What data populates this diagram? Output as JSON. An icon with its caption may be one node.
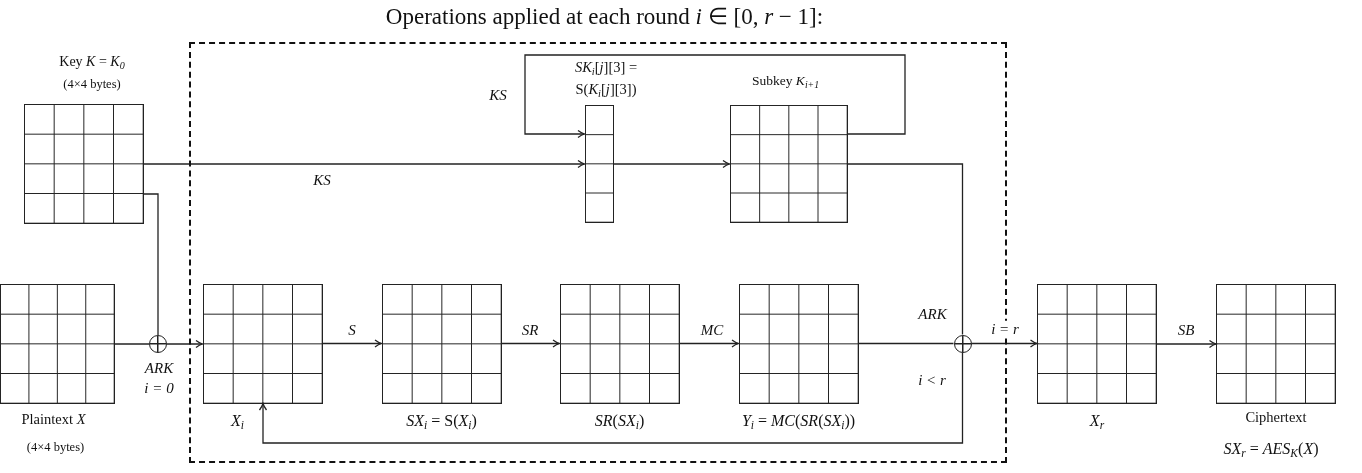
{
  "diagram": {
    "nodes": [
      {
        "text": [
          "Operations applied at each round *i* ∈ [0, *r* − 1]:"
        ]
      },
      {
        "text": [
          "Key *K* = *K*$_{0}$",
          "(4×4 bytes)"
        ]
      },
      {
        "text": [
          "*SK*$_{i}$[*j*][3] = S(*K*$_{i}$[*j*][3])"
        ],
        "in": 0
      },
      {
        "text": [
          "Subkey *K*$_{i+1}$"
        ],
        "in": 0
      },
      {
        "text": [
          "Plaintext *X*",
          "(4×4 bytes)"
        ]
      },
      {
        "text": [],
        "shape": "circle",
        "beside": [
          "ARK",
          "i = 0"
        ]
      },
      {
        "text": [
          "*X*$_{i}$"
        ],
        "in": 0
      },
      {
        "text": [
          "*SX*$_{i}$ = S(*X*$_{i}$)"
        ],
        "in": 0
      },
      {
        "text": [
          "*SR*(*SX*$_{i}$)"
        ],
        "in": 0
      },
      {
        "text": [
          "*Y*$_{i}$ = *MC*(*SR*(*SX*$_{i}$))"
        ],
        "in": 0
      },
      {
        "text": [],
        "shape": "circle",
        "in": 0,
        "beside": [
          "ARK"
        ]
      },
      {
        "text": [
          "*X*$_{r}$"
        ]
      },
      {
        "text": [
          "Ciphertext",
          "*SX*$_{r}$ = *AES*$_{K}$(*X*)"
        ]
      }
    ],
    "edges": [
      {
        "from": 1,
        "to": 5,
        "arrow": "none"
      },
      {
        "from": 4,
        "to": 5,
        "arrow": "none"
      },
      {
        "from": 5,
        "to": 6,
        "arrow": "to"
      },
      {
        "from": 1,
        "to": 2,
        "arrow": "to",
        "label": "KS"
      },
      {
        "from": 2,
        "to": 3,
        "arrow": "to"
      },
      {
        "from": 3,
        "to": 2,
        "arrow": "to",
        "label": "KS"
      },
      {
        "from": 6,
        "to": 7,
        "arrow": "to",
        "label": "S"
      },
      {
        "from": 7,
        "to": 8,
        "arrow": "to",
        "label": "SR"
      },
      {
        "from": 8,
        "to": 9,
        "arrow": "to",
        "label": "MC"
      },
      {
        "from": 9,
        "to": 10,
        "arrow": "none"
      },
      {
        "from": 3,
        "to": 10,
        "arrow": "none"
      },
      {
        "from": 10,
        "to": 11,
        "arrow": "to",
        "label": "i = r"
      },
      {
        "from": 10,
        "to": 6,
        "arrow": "to",
        "label": "i < r"
      },
      {
        "from": 11,
        "to": 12,
        "arrow": "to",
        "label": "SB"
      }
    ]
  }
}
